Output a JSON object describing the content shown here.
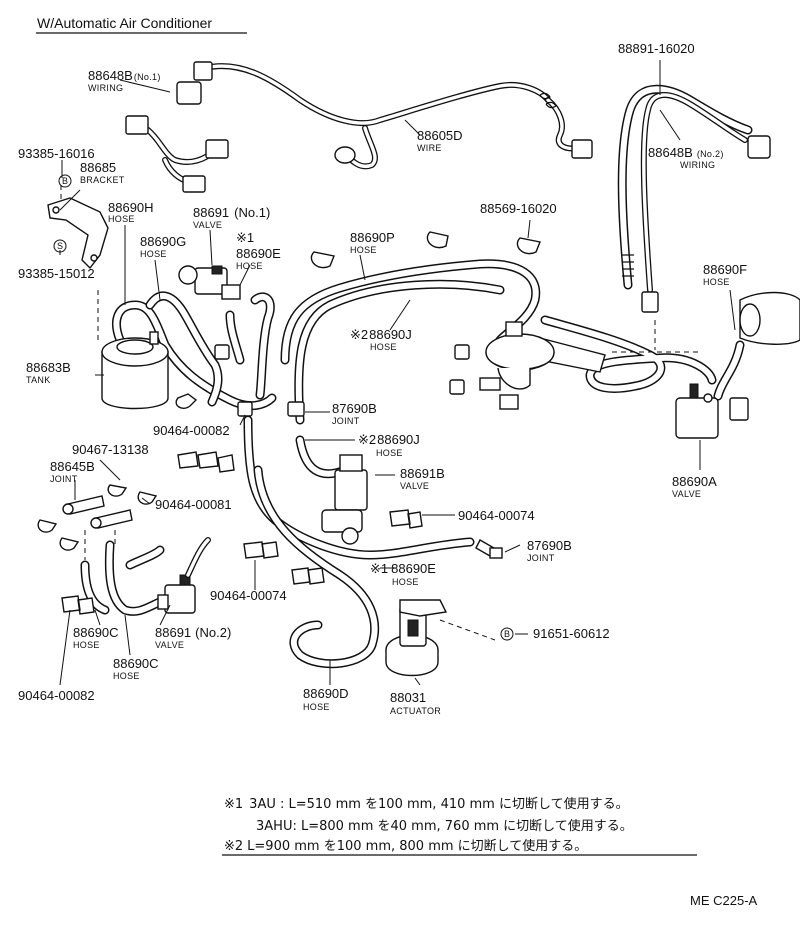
{
  "title": "W/Automatic Air Conditioner",
  "drawing_code": "ME C225-A",
  "labels": {
    "wiring_no1": {
      "num": "88648B",
      "sub": "(No.1)",
      "name": "WIRING"
    },
    "bolt_top": {
      "num": "93385-16016"
    },
    "bolt_marker": {
      "letter": "B"
    },
    "bracket": {
      "num": "88685",
      "name": "BRACKET"
    },
    "stud_marker": {
      "letter": "S"
    },
    "stud": {
      "num": "93385-15012"
    },
    "hose_h": {
      "num": "88690H",
      "name": "HOSE"
    },
    "hose_g": {
      "num": "88690G",
      "name": "HOSE"
    },
    "valve_no1": {
      "num": "88691",
      "sub": "(No.1)",
      "name": "VALVE"
    },
    "note1_mark_e": {
      "text": "※1"
    },
    "hose_e_top": {
      "num": "88690E",
      "name": "HOSE"
    },
    "tank": {
      "num": "88683B",
      "name": "TANK"
    },
    "wire": {
      "num": "88605D",
      "name": "WIRE"
    },
    "hose_p": {
      "num": "88690P",
      "name": "HOSE"
    },
    "hose_j_top": {
      "mark": "※2",
      "num": "88690J",
      "name": "HOSE"
    },
    "clamp_16020": {
      "num": "88569-16020"
    },
    "harness_16020": {
      "num": "88891-16020"
    },
    "wiring_no2": {
      "num": "88648B",
      "sub": "(No.2)",
      "name": "WIRING"
    },
    "hose_f": {
      "num": "88690F",
      "name": "HOSE"
    },
    "valve_a": {
      "num": "88690A",
      "name": "VALVE"
    },
    "clip_00082_top": {
      "num": "90464-00082"
    },
    "joint_top": {
      "num": "87690B",
      "name": "JOINT"
    },
    "hose_j_mid": {
      "mark": "※2",
      "num": "88690J",
      "name": "HOSE"
    },
    "valve_b": {
      "num": "88691B",
      "name": "VALVE"
    },
    "clip_13138": {
      "num": "90467-13138"
    },
    "joint_645": {
      "num": "88645B",
      "name": "JOINT"
    },
    "clip_00081": {
      "num": "90464-00081"
    },
    "clip_00074_right": {
      "num": "90464-00074"
    },
    "joint_right": {
      "num": "87690B",
      "name": "JOINT"
    },
    "hose_e_mid": {
      "mark": "※1",
      "num": "88690E",
      "name": "HOSE"
    },
    "clip_00074_mid": {
      "num": "90464-00074"
    },
    "hose_c_1": {
      "num": "88690C",
      "name": "HOSE"
    },
    "valve_no2": {
      "num": "88691",
      "sub": "(No.2)",
      "name": "VALVE"
    },
    "hose_c_2": {
      "num": "88690C",
      "name": "HOSE"
    },
    "bolt_marker_2": {
      "letter": "B"
    },
    "bolt_60612": {
      "num": "91651-60612"
    },
    "clip_00082_bottom": {
      "num": "90464-00082"
    },
    "hose_d": {
      "num": "88690D",
      "name": "HOSE"
    },
    "actuator": {
      "num": "88031",
      "name": "ACTUATOR"
    }
  },
  "notes": [
    {
      "mark": "※1",
      "text": "3AU : L=510 mm を100 mm, 410 mm に切断して使用する。"
    },
    {
      "mark": "",
      "text": "3AHU: L=800 mm を40 mm, 760 mm に切断して使用する。"
    },
    {
      "mark": "※2",
      "text": "L=900 mm を100 mm, 800 mm に切断して使用する。"
    }
  ]
}
